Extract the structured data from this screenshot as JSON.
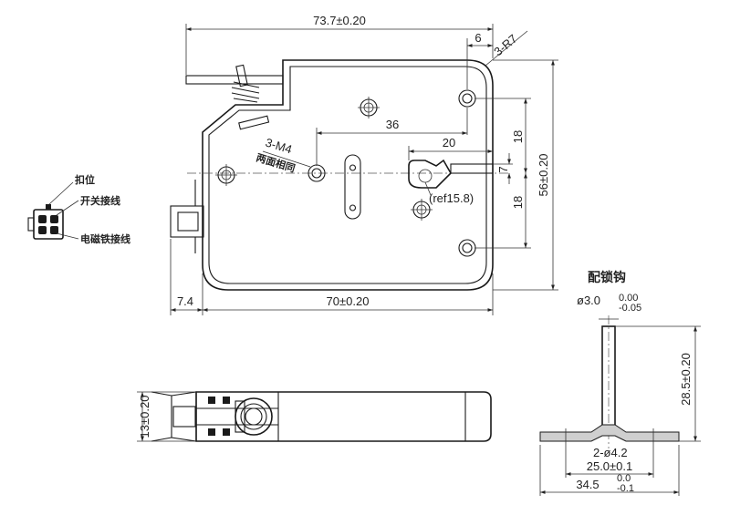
{
  "main_view": {
    "dims": {
      "overall_width": "73.7±0.20",
      "offset_6": "6",
      "radius": "3-R7",
      "hole_spacing_36": "36",
      "pin_offset_20": "20",
      "vertical_18_top": "18",
      "vertical_18_bottom": "18",
      "vertical_7": "7",
      "overall_height": "56±0.20",
      "body_width": "70±0.20",
      "tab_7_4": "7.4",
      "ref_dim": "(ref15.8)",
      "thread": "3-M4"
    },
    "labels": {
      "both_sides_same": "两面相同",
      "latch": "扣位",
      "switch_wire": "开关接线",
      "coil_wire": "电磁铁接线"
    }
  },
  "side_view": {
    "thickness": "13±0.20"
  },
  "pin_view": {
    "title": "配锁钩",
    "shaft_dia": "ø3.0",
    "shaft_tol_upper": "0.00",
    "shaft_tol_lower": "-0.05",
    "height": "28.5±0.20",
    "holes": "2-ø4.2",
    "hole_spacing": "25.0±0.1",
    "base_width": "34.5",
    "base_tol_upper": "0.0",
    "base_tol_lower": "-0.1"
  }
}
